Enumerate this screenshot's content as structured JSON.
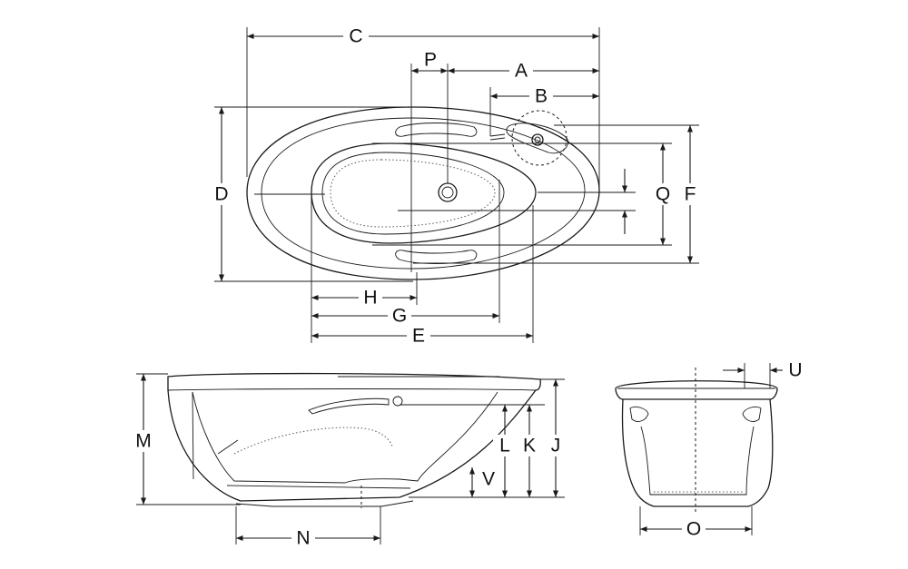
{
  "labels": {
    "A": "A",
    "B": "B",
    "C": "C",
    "D": "D",
    "E": "E",
    "F": "F",
    "G": "G",
    "H": "H",
    "J": "J",
    "K": "K",
    "L": "L",
    "M": "M",
    "N": "N",
    "O": "O",
    "P": "P",
    "Q": "Q",
    "U": "U",
    "V": "V"
  },
  "colors": {
    "line": "#1a1a1a",
    "background": "#ffffff"
  }
}
